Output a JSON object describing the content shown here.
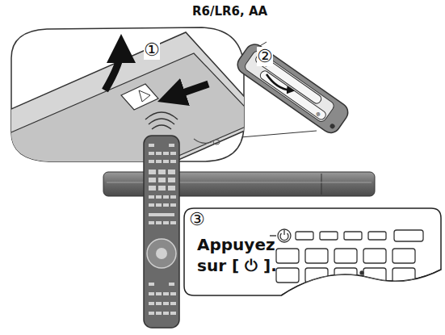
{
  "diagram": {
    "nodes": [
      {
        "text": [
          "③",
          "Appuyez sur [ ⏻ ]."
        ]
      }
    ],
    "labels": [
      "R6/LR6, AA",
      "①",
      "②"
    ]
  }
}
